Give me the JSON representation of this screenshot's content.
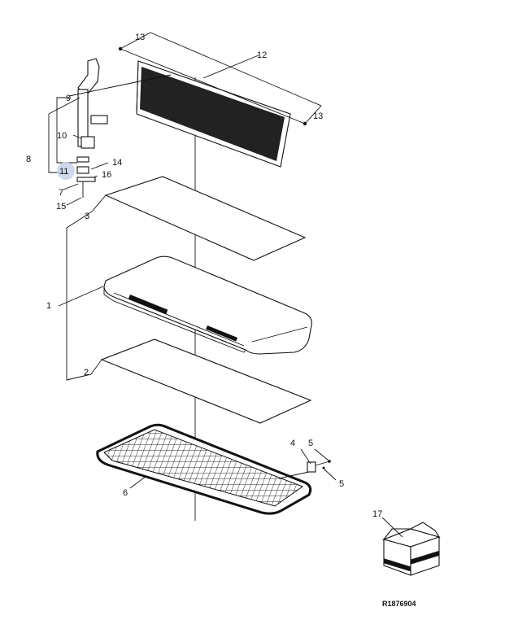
{
  "callouts": {
    "c1": "1",
    "c2": "2",
    "c3": "3",
    "c4": "4",
    "c5a": "5",
    "c5b": "5",
    "c6": "6",
    "c7": "7",
    "c8": "8",
    "c9": "9",
    "c10": "10",
    "c11": "11",
    "c12": "12",
    "c13a": "13",
    "c13b": "13",
    "c14": "14",
    "c15": "15",
    "c16": "16",
    "c17": "17"
  },
  "reference_code": "R1876904",
  "colors": {
    "highlight_circle": "#c5d3e8",
    "line": "#111111",
    "filter_fill": "#222222"
  }
}
